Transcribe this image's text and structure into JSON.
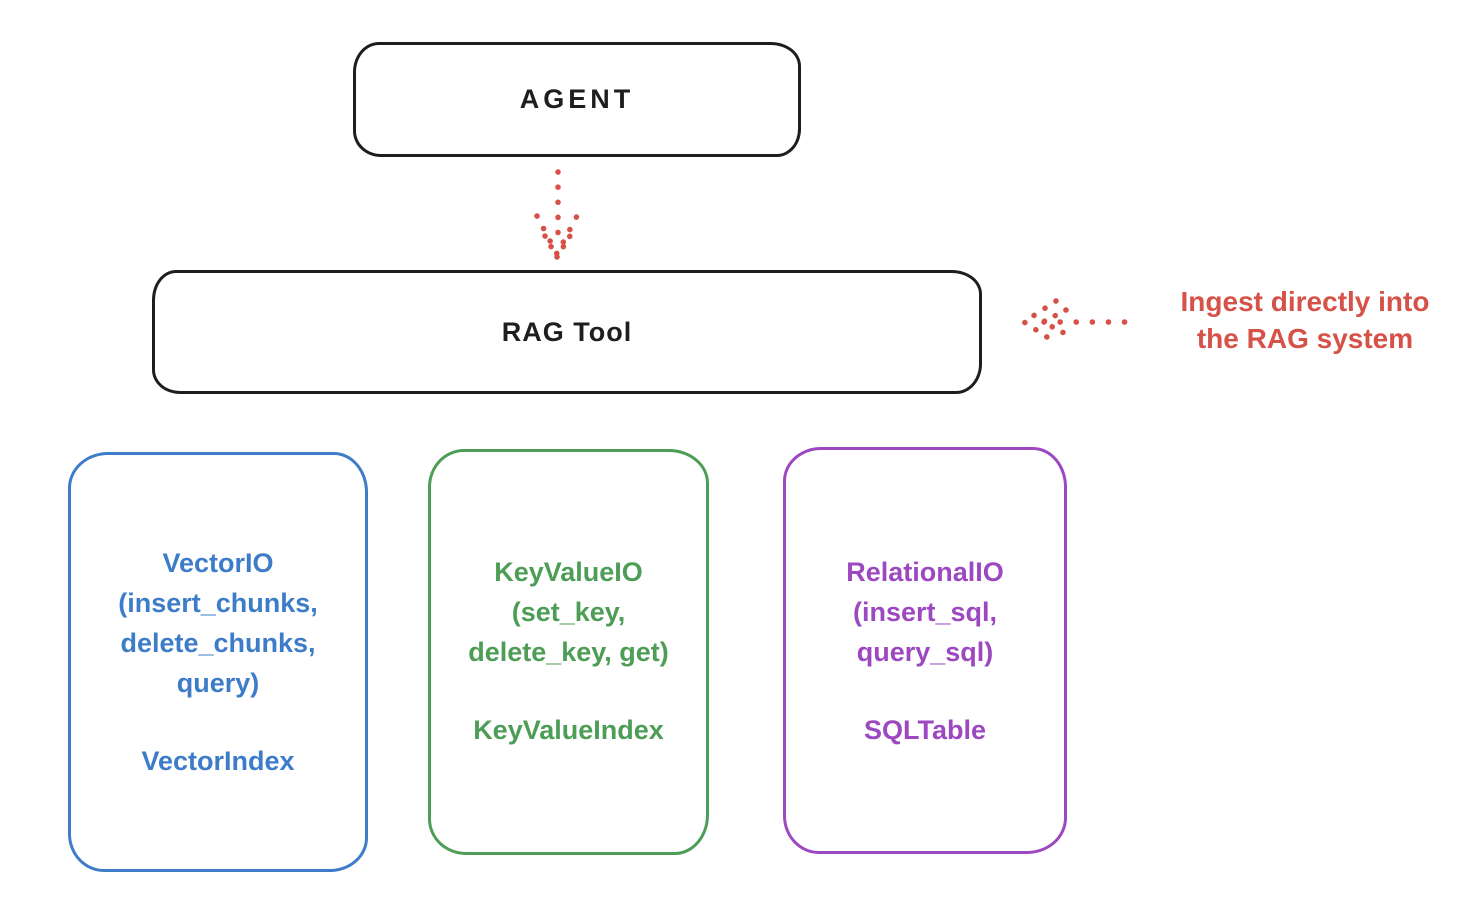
{
  "agent_box": {
    "label": "AGENT"
  },
  "rag_tool_box": {
    "label": "RAG Tool"
  },
  "annotation": {
    "line1": "Ingest directly into",
    "line2": "the RAG system"
  },
  "storage_boxes": [
    {
      "name": "vector-io",
      "color": "#3d7cc9",
      "lines": [
        "VectorIO",
        "(insert_chunks,",
        "delete_chunks,",
        "query)"
      ],
      "index_label": "VectorIndex"
    },
    {
      "name": "keyvalue-io",
      "color": "#4d9d57",
      "lines": [
        "KeyValueIO",
        "(set_key,",
        "delete_key, get)"
      ],
      "index_label": "KeyValueIndex"
    },
    {
      "name": "relational-io",
      "color": "#9c48c1",
      "lines": [
        "RelationalIO",
        "(insert_sql,",
        "query_sql)"
      ],
      "index_label": "SQLTable"
    }
  ],
  "colors": {
    "ink": "#1e1e1e",
    "red_accent": "#d65147",
    "blue": "#3d7cc9",
    "green": "#4d9d57",
    "purple": "#9c48c1"
  }
}
